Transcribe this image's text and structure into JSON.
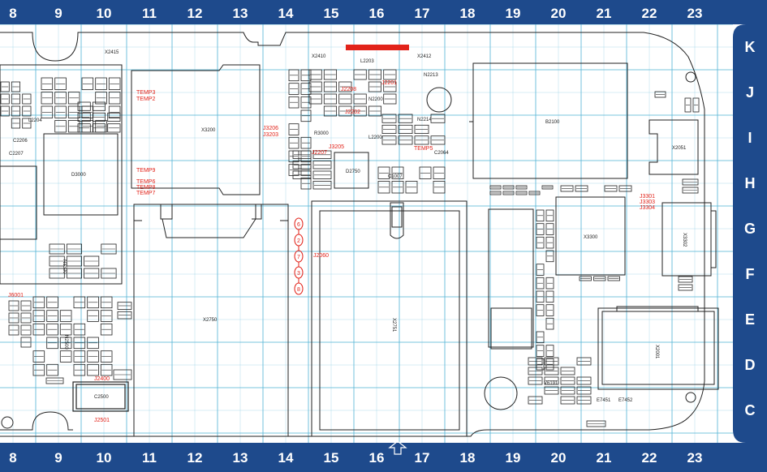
{
  "colors": {
    "frame": "#1e4a8c",
    "grid": "#5ab6d6",
    "board": "#222222",
    "highlight": "#e2231a"
  },
  "columns": [
    "8",
    "9",
    "10",
    "11",
    "12",
    "13",
    "14",
    "15",
    "16",
    "17",
    "18",
    "19",
    "20",
    "21",
    "22",
    "23"
  ],
  "rows": [
    "K",
    "J",
    "I",
    "H",
    "G",
    "F",
    "E",
    "D",
    "C"
  ],
  "components": {
    "x3200": "X3200",
    "x2750": "X2750",
    "x2751": "X2751",
    "x3300": "X3300",
    "x2051": "X2051",
    "d3000": "D3000",
    "b2100": "B2100",
    "c2500": "C2500",
    "x3302": "X3302",
    "x2001": "X2001",
    "n2200": "N2200",
    "l2200": "L2200",
    "l2203": "L2203",
    "l2204": "L2204",
    "c2206": "C2206",
    "c2207": "C2207",
    "d2750": "D2750",
    "r3000": "R3000",
    "c1007": "C1007",
    "x2410": "X2410",
    "x2415": "X2415",
    "x2412": "X2412",
    "n2213": "N2213",
    "n2214": "N2214",
    "c2064": "C2064",
    "v6191": "V6191",
    "e7451": "E7451",
    "e7452": "E7452",
    "n2500": "N2500",
    "n3300": "N3300"
  },
  "testpoints": {
    "temp3": "TEMP3",
    "temp2": "TEMP2",
    "temp9": "TEMP9",
    "temp6": "TEMP6",
    "temp8": "TEMP8",
    "temp7": "TEMP7",
    "j3206": "J3206",
    "j3203": "J3203",
    "j2060": "J2060",
    "j6001": "J6001",
    "j2400": "J2400",
    "j2501": "J2501",
    "j3301": "J3301",
    "j3303": "J3303",
    "j3304": "J3304",
    "j2208": "J2208",
    "j2201": "J2201",
    "j2202": "J2202",
    "j3205": "J3205",
    "j2207": "J2207",
    "temp5": "TEMP5"
  },
  "sim_contacts": [
    "6",
    "2",
    "7",
    "3",
    "8"
  ]
}
